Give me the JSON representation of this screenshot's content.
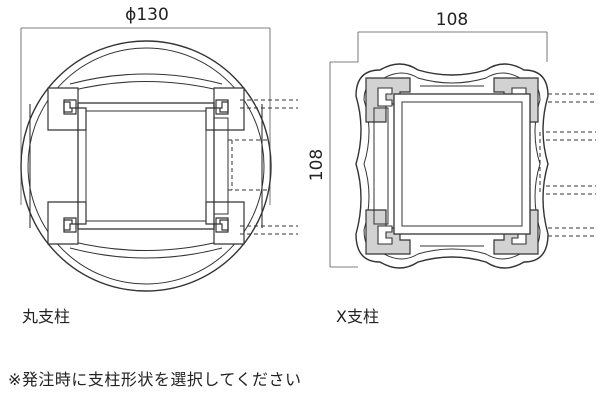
{
  "round_post": {
    "dimension_label": "ϕ130",
    "caption": "丸支柱"
  },
  "x_post": {
    "width_label": "108",
    "height_label": "108",
    "caption": "X支柱"
  },
  "note": "※発注時に支柱形状を選択してください",
  "colors": {
    "line": "#333333",
    "profile_fill": "#d2d2d2",
    "background": "#ffffff"
  }
}
